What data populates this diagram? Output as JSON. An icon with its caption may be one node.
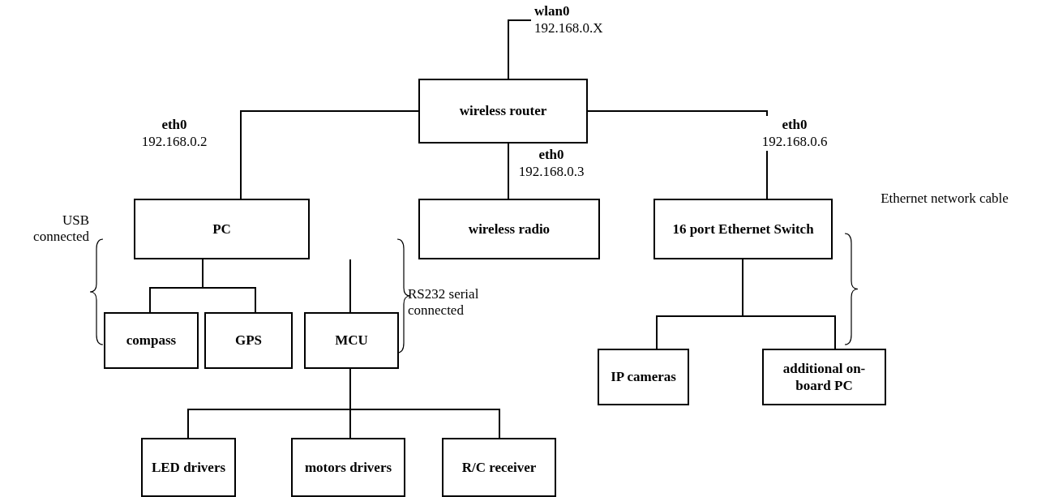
{
  "diagram": {
    "nodes": [
      {
        "text": [
          "wlan0",
          "192.168.0.X"
        ]
      },
      {
        "text": [
          "wireless router"
        ]
      },
      {
        "text": [
          "PC"
        ]
      },
      {
        "text": [
          "wireless radio"
        ]
      },
      {
        "text": [
          "16 port Ethernet Switch"
        ]
      },
      {
        "text": [
          "compass"
        ]
      },
      {
        "text": [
          "GPS"
        ]
      },
      {
        "text": [
          "MCU"
        ]
      },
      {
        "text": [
          "IP cameras"
        ]
      },
      {
        "text": [
          "additional on-board PC"
        ]
      },
      {
        "text": [
          "LED drivers"
        ]
      },
      {
        "text": [
          "motors drivers"
        ]
      },
      {
        "text": [
          "R/C receiver"
        ]
      }
    ],
    "edges": [
      {
        "from": 1,
        "to": 0,
        "arrow": "none"
      },
      {
        "from": 1,
        "to": 2,
        "arrow": "none",
        "label": "**eth0** 192.168.0.2"
      },
      {
        "from": 1,
        "to": 3,
        "arrow": "none",
        "label": "**eth0** 192.168.0.3"
      },
      {
        "from": 1,
        "to": 4,
        "arrow": "none",
        "label": "**eth0** 192.168.0.6"
      },
      {
        "from": 2,
        "to": 5,
        "arrow": "none"
      },
      {
        "from": 2,
        "to": 6,
        "arrow": "none"
      },
      {
        "from": 2,
        "to": 7,
        "arrow": "none"
      },
      {
        "from": 4,
        "to": 8,
        "arrow": "none"
      },
      {
        "from": 4,
        "to": 9,
        "arrow": "none"
      },
      {
        "from": 7,
        "to": 10,
        "arrow": "none"
      },
      {
        "from": 7,
        "to": 11,
        "arrow": "none"
      },
      {
        "from": 7,
        "to": 12,
        "arrow": "none"
      }
    ],
    "labels": [
      "USB connected",
      "RS232 serial connected",
      "Ethernet network cable"
    ]
  }
}
